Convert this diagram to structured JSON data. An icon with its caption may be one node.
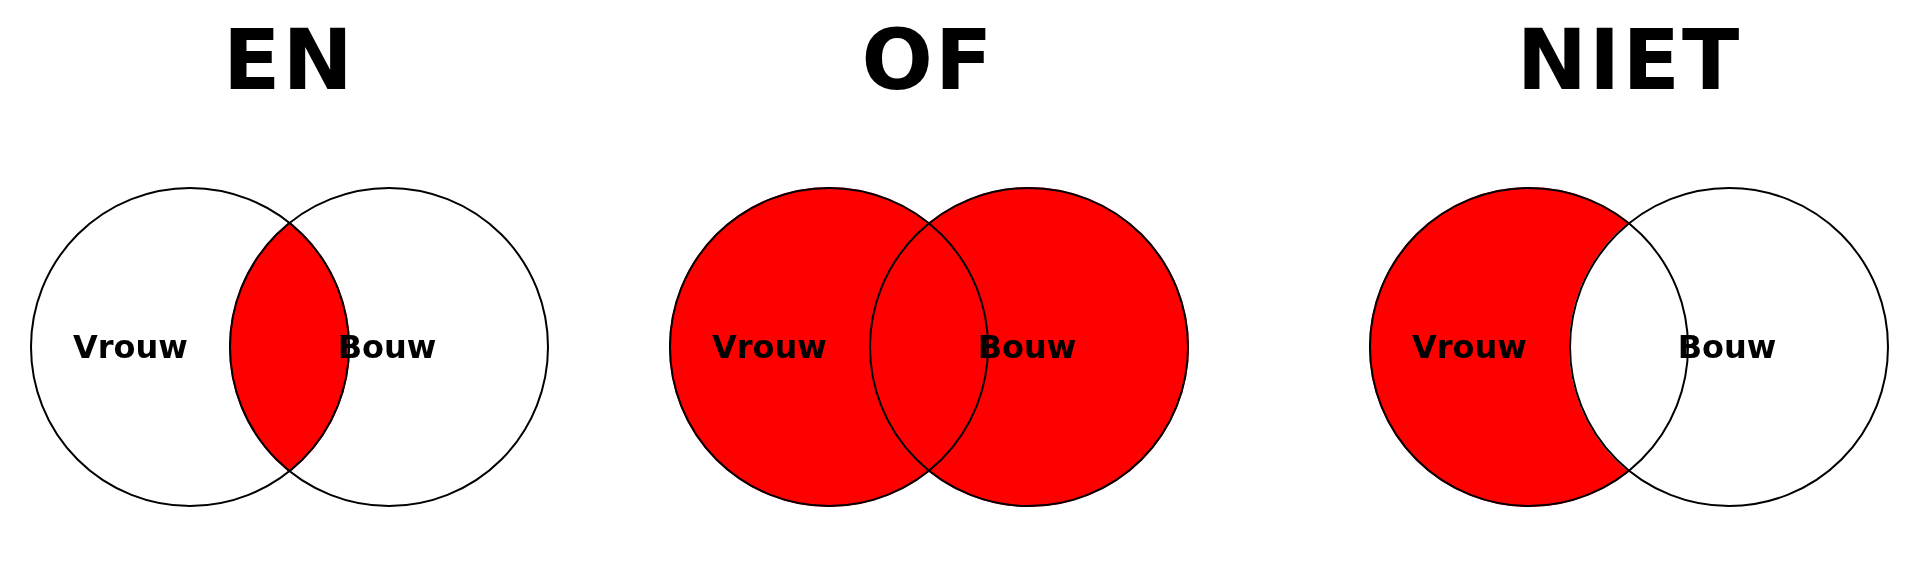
{
  "diagram": {
    "nodes": [
      {
        "text": [
          "Vrouw"
        ]
      },
      {
        "text": [
          "Bouw"
        ]
      },
      {
        "text": [
          "Vrouw"
        ]
      },
      {
        "text": [
          "Bouw"
        ]
      },
      {
        "text": [
          "Vrouw"
        ]
      },
      {
        "text": [
          "Bouw"
        ]
      }
    ],
    "labels": [
      "EN",
      "OF",
      "NIET"
    ]
  }
}
